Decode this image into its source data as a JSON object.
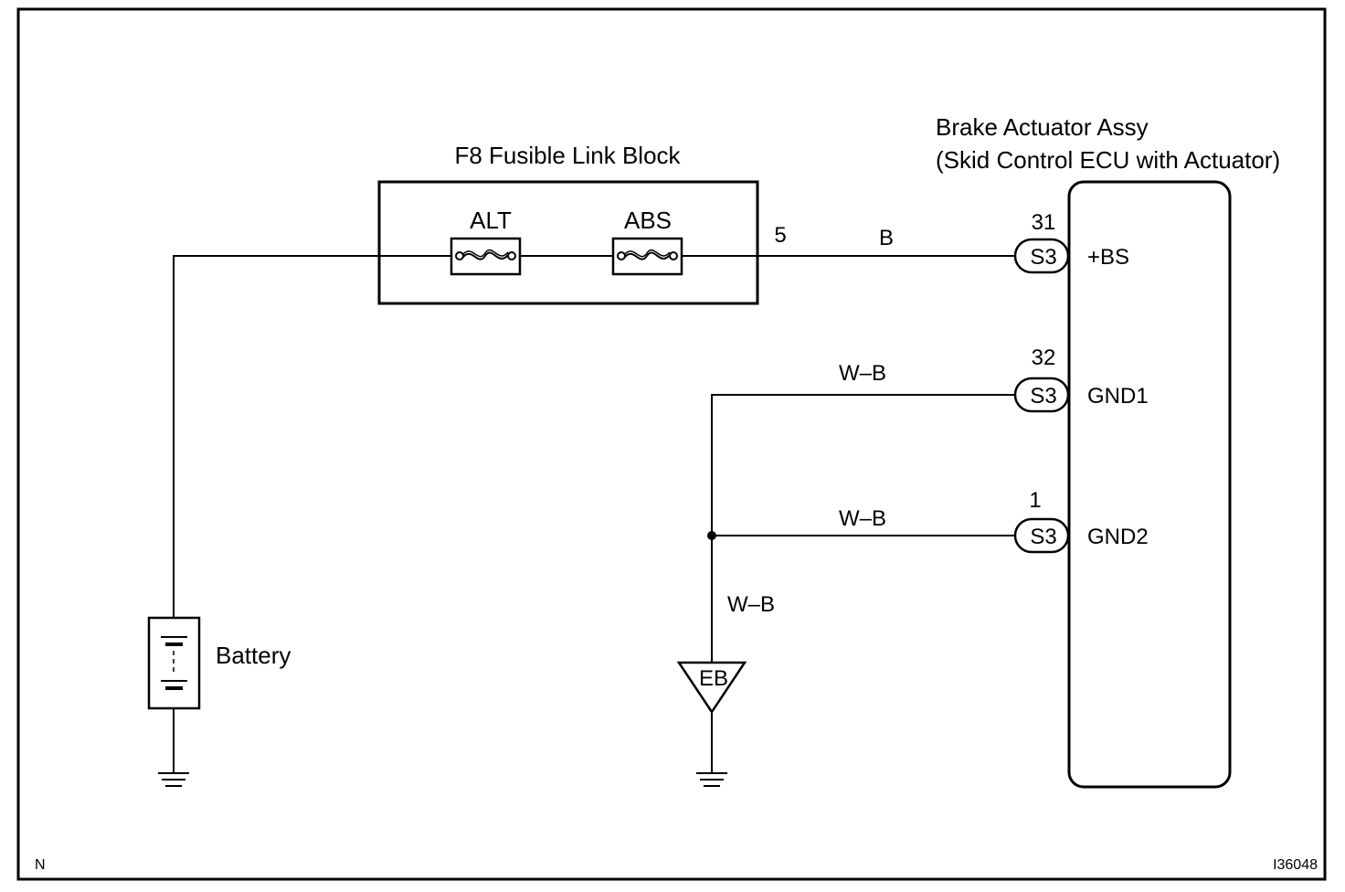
{
  "fuse_block": {
    "title": "F8 Fusible Link Block",
    "fuse1": "ALT",
    "fuse2": "ABS",
    "terminal": "5"
  },
  "wires": {
    "power_color": "B",
    "gnd1_color": "W–B",
    "gnd2_color": "W–B",
    "ground_color": "W–B"
  },
  "ecu": {
    "title_line1": "Brake Actuator Assy",
    "title_line2": "(Skid Control ECU with Actuator)",
    "pins": [
      {
        "number": "31",
        "connector": "S3",
        "name": "+BS"
      },
      {
        "number": "32",
        "connector": "S3",
        "name": "GND1"
      },
      {
        "number": "1",
        "connector": "S3",
        "name": "GND2"
      }
    ]
  },
  "battery": {
    "label": "Battery"
  },
  "ground_point": {
    "label": "EB"
  },
  "corner_mark": "N",
  "figure_id": "I36048"
}
